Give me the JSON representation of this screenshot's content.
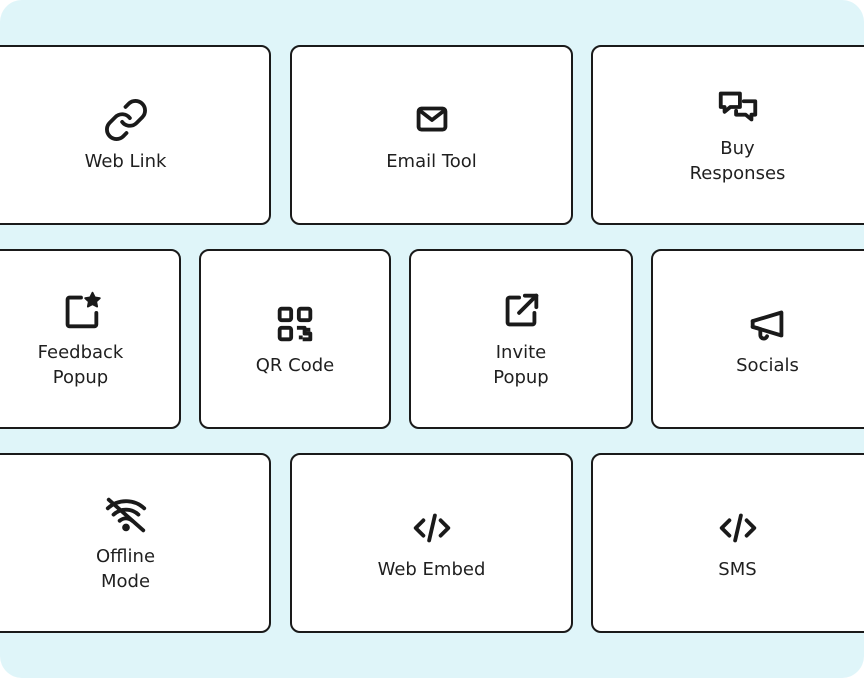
{
  "colors": {
    "background": "#dff5f9",
    "card_border": "#1a1a1a",
    "card_fill": "#ffffff",
    "text": "#1f1f1f"
  },
  "rows": [
    {
      "cards": [
        {
          "label": "Web Link",
          "icon": "link-icon"
        },
        {
          "label": "Email Tool",
          "icon": "envelope-icon"
        },
        {
          "label": "Buy\nResponses",
          "icon": "chat-bubbles-icon"
        }
      ]
    },
    {
      "cards": [
        {
          "label": "Feedback\nPopup",
          "icon": "square-star-icon"
        },
        {
          "label": "QR Code",
          "icon": "qr-code-icon"
        },
        {
          "label": "Invite\nPopup",
          "icon": "external-link-icon"
        },
        {
          "label": "Socials",
          "icon": "megaphone-icon"
        }
      ]
    },
    {
      "cards": [
        {
          "label": "Offline\nMode",
          "icon": "wifi-off-icon"
        },
        {
          "label": "Web Embed",
          "icon": "code-icon"
        },
        {
          "label": "SMS",
          "icon": "code-icon"
        }
      ]
    }
  ]
}
